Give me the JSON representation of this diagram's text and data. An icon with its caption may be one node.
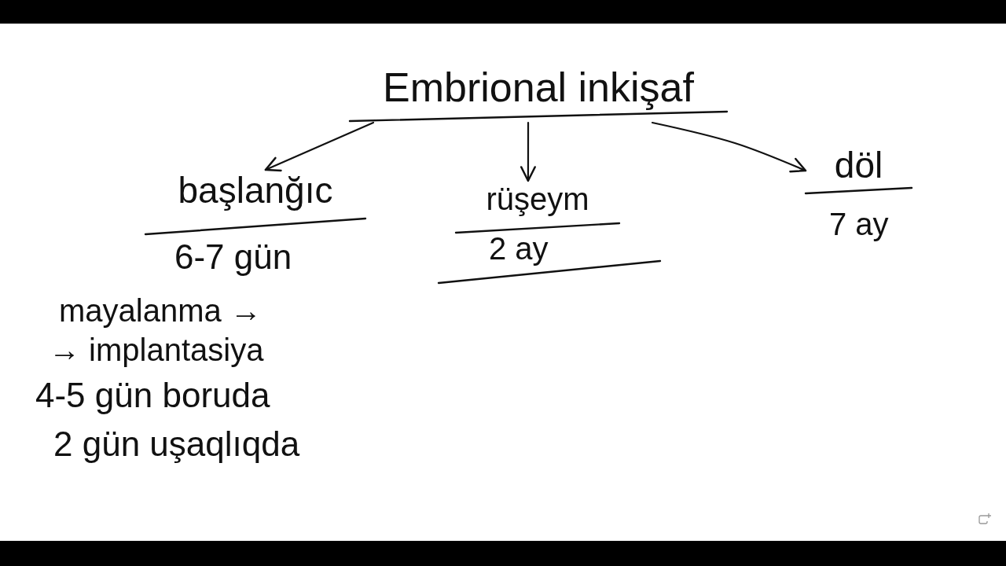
{
  "diagram": {
    "nodes": [
      {
        "text": [
          "Embrional inkişaf"
        ]
      },
      {
        "text": [
          "başlanğıc"
        ],
        "beside": [
          "6-7 gün"
        ]
      },
      {
        "text": [
          "rüşeym"
        ],
        "beside": [
          "2 ay"
        ]
      },
      {
        "text": [
          "döl"
        ],
        "beside": [
          "7 ay"
        ]
      }
    ],
    "edges": [
      {
        "from": 0,
        "to": 1,
        "arrow": "to"
      },
      {
        "from": 0,
        "to": 2,
        "arrow": "to"
      },
      {
        "from": 0,
        "to": 3,
        "arrow": "to"
      }
    ],
    "labels": [
      "mayalanma →",
      "→ implantasiya",
      "4-5 gün boruda",
      "2 gün uşaqlıqda"
    ]
  }
}
